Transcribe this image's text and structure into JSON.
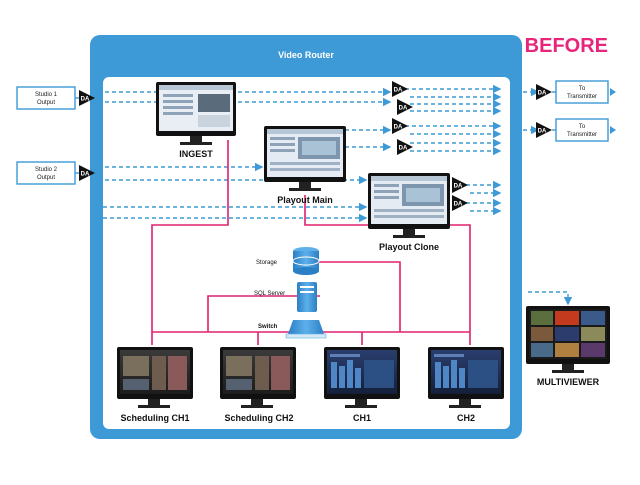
{
  "badge": "BEFORE",
  "router_title": "Video Router",
  "da_label": "DA",
  "sources": [
    "Studio 1\nOutput",
    "Studio 2\nOutput"
  ],
  "transmitters": [
    "To\nTransmitter",
    "To\nTransmitter"
  ],
  "workstations": {
    "ingest": "INGEST",
    "playout_main": "Playout Main",
    "playout_clone": "Playout Clone",
    "scheduling_ch1": "Scheduling CH1",
    "scheduling_ch2": "Scheduling CH2",
    "ch1": "CH1",
    "ch2": "CH2",
    "multiviewer": "MULTIVIEWER"
  },
  "infrastructure": {
    "storage": "Storage",
    "sql_server": "SQL Server",
    "switch": "Switch"
  },
  "colors": {
    "router_blue": "#3d9ad6",
    "signal_blue": "#3d9ad6",
    "network_pink": "#e0206e",
    "badge_pink": "#e8257a",
    "da_black": "#111111"
  }
}
